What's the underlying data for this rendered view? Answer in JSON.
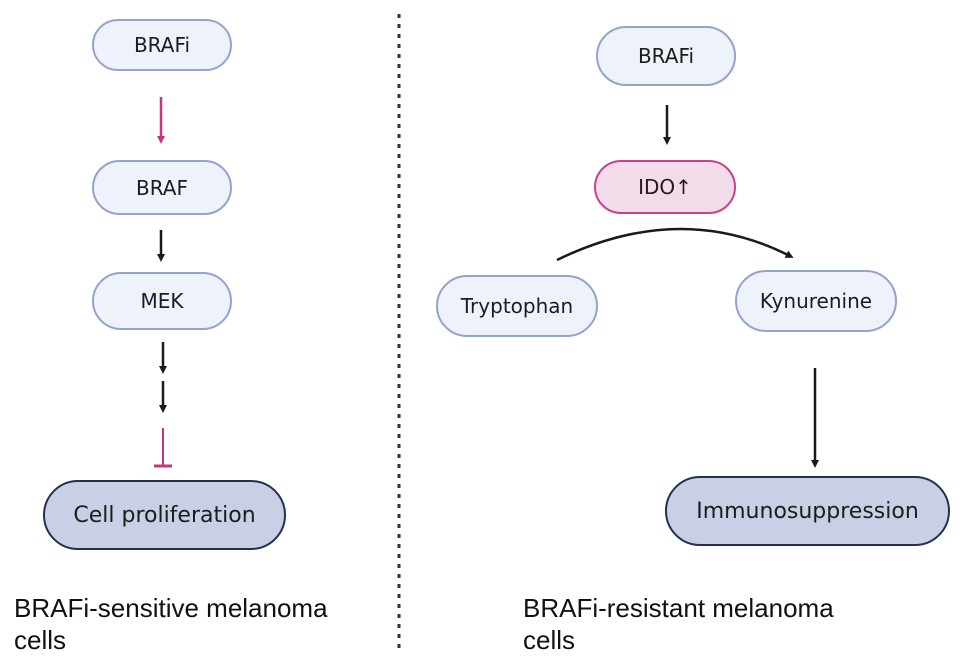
{
  "left_panel": {
    "nodes": {
      "brafi": "BRAFi",
      "braf": "BRAF",
      "mek": "MEK",
      "outcome": "Cell proliferation"
    },
    "caption_line1": "BRAFi-sensitive melanoma",
    "caption_line2": "cells"
  },
  "right_panel": {
    "nodes": {
      "brafi": "BRAFi",
      "ido": "IDO↑",
      "tryptophan": "Tryptophan",
      "kynurenine": "Kynurenine",
      "outcome": "Immunosuppression"
    },
    "caption_line1": "BRAFi-resistant melanoma",
    "caption_line2": "cells"
  },
  "colors": {
    "activation_arrow": "#1a1a1a",
    "drug_arrow": "#c2387f",
    "inhibition": "#c2387f",
    "node_light_fill": "#edf2fb",
    "node_pink_fill": "#f3dcea",
    "node_dark_fill": "#c9d0e6"
  }
}
